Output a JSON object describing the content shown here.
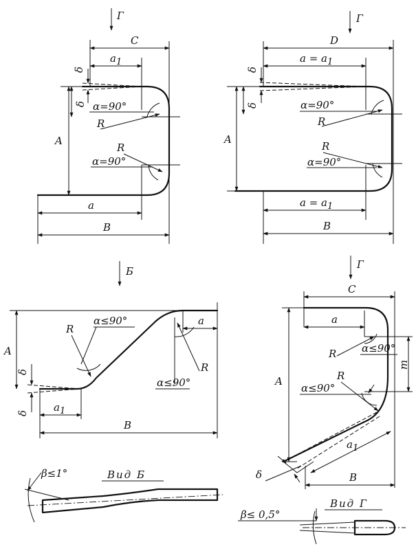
{
  "fig1": {
    "view_arrow": "Г",
    "C": "C",
    "a1": "a",
    "a1_sub": "1",
    "delta_top": "δ",
    "delta_side": "δ",
    "alpha_top": "α=90°",
    "R_top": "R",
    "A": "A",
    "R_bot": "R",
    "alpha_bot": "α=90°",
    "a": "a",
    "B": "B"
  },
  "fig2": {
    "view_arrow": "Г",
    "D": "D",
    "a_eq_a1": "a = a",
    "a_eq_a1_sub": "1",
    "delta_top": "δ",
    "delta_side": "δ",
    "alpha_top": "α=90°",
    "R_top": "R",
    "A": "A",
    "R_bot": "R",
    "alpha_bot": "α=90°",
    "a_eq_a1_bot": "a = a",
    "a_eq_a1_bot_sub": "1",
    "B": "B"
  },
  "fig3": {
    "view_arrow": "Б",
    "alpha_top": "α≤90°",
    "R_left": "R",
    "A": "A",
    "delta_top": "δ",
    "delta_bot": "δ",
    "a": "a",
    "alpha_bot": "α≤90°",
    "R_right": "R",
    "a1": "a",
    "a1_sub": "1",
    "B": "B"
  },
  "fig4": {
    "view_arrow": "Г",
    "C": "C",
    "a": "a",
    "R_top": "R",
    "alpha_top": "α≤90°",
    "m": "m",
    "A": "A",
    "R_mid": "R",
    "alpha_mid": "α≤90°",
    "a1": "a",
    "a1_sub": "1",
    "delta": "δ",
    "B": "B"
  },
  "view_b": {
    "title": "Вид Б",
    "beta": "β≤1°"
  },
  "view_g": {
    "title": "Вид Г",
    "beta": "β≤ 0,5°"
  }
}
